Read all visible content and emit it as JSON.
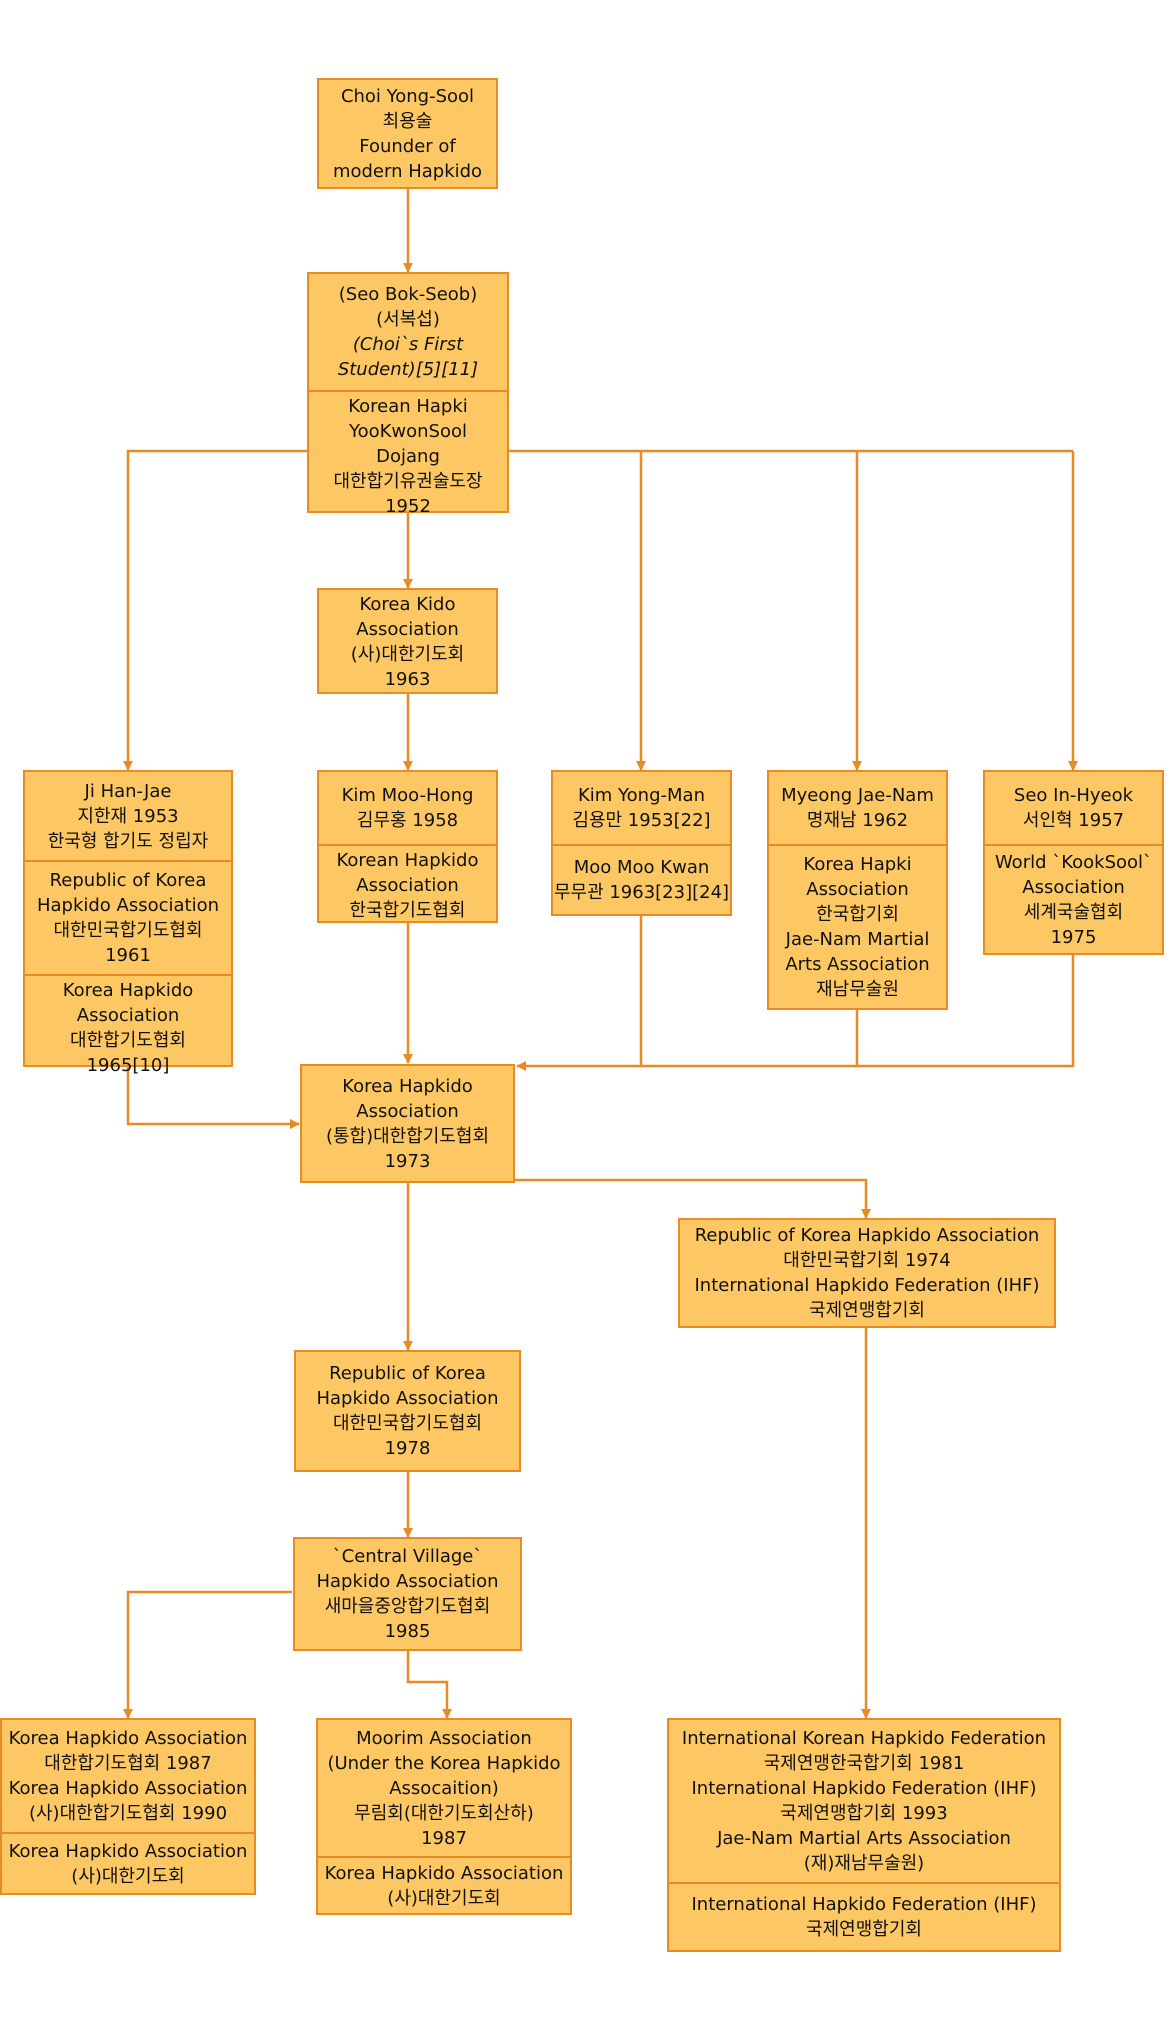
{
  "colors": {
    "box_fill": "#fdc764",
    "box_border": "#e88b24",
    "arrow": "#e88b24"
  },
  "nodes": {
    "choi": {
      "s1": [
        "Choi Yong-Sool",
        "최용술",
        "Founder of",
        "modern Hapkido"
      ]
    },
    "seo_bok_seob": {
      "s1": [
        "(Seo Bok-Seob)",
        "(서복섭)",
        "(Choi`s First",
        "Student)[5][11]"
      ],
      "s2": [
        "Korean Hapki",
        "YooKwonSool",
        "Dojang",
        "대한합기유권술도장",
        "1952"
      ]
    },
    "korea_kido": {
      "s1": [
        "Korea Kido",
        "Association",
        "(사)대한기도회",
        "1963"
      ]
    },
    "ji_han_jae": {
      "s1": [
        "Ji Han-Jae",
        "지한재 1953",
        "한국형 합기도 정립자"
      ],
      "s2": [
        "Republic of Korea",
        "Hapkido Association",
        "대한민국합기도협회",
        "1961"
      ],
      "s3": [
        "Korea Hapkido",
        "Association",
        "대한합기도협회",
        "1965[10]"
      ]
    },
    "kim_moo_hong": {
      "s1": [
        "Kim Moo-Hong",
        "김무홍 1958"
      ],
      "s2": [
        "Korean Hapkido",
        "Association",
        "한국합기도협회"
      ]
    },
    "kim_yong_man": {
      "s1": [
        "Kim Yong-Man",
        "김용만 1953[22]"
      ],
      "s2": [
        "Moo Moo Kwan",
        "무무관 1963[23][24]"
      ]
    },
    "myeong_jae_nam": {
      "s1": [
        "Myeong Jae-Nam",
        "명재남 1962"
      ],
      "s2": [
        "Korea Hapki",
        "Association",
        "한국합기회",
        "Jae-Nam Martial",
        "Arts Association",
        "재남무술원"
      ]
    },
    "seo_in_hyeok": {
      "s1": [
        "Seo In-Hyeok",
        "서인혁 1957"
      ],
      "s2": [
        "World `KookSool`",
        "Association",
        "세계국술협회",
        "1975"
      ]
    },
    "kha_1973": {
      "s1": [
        "Korea Hapkido",
        "Association",
        "(통합)대한합기도협회",
        "1973"
      ]
    },
    "rok_1974": {
      "s1": [
        "Republic of Korea Hapkido Association",
        "대한민국합기회 1974",
        "International Hapkido Federation (IHF)",
        "국제연맹합기회"
      ]
    },
    "rok_1978": {
      "s1": [
        "Republic of Korea",
        "Hapkido Association",
        "대한민국합기도협회",
        "1978"
      ]
    },
    "central_village": {
      "s1": [
        "`Central Village`",
        "Hapkido Association",
        "새마을중앙합기도협회",
        "1985"
      ]
    },
    "kha_1987": {
      "s1": [
        "Korea Hapkido Association",
        "대한합기도협회 1987",
        "Korea Hapkido Association",
        "(사)대한합기도협회 1990"
      ],
      "s2": [
        "Korea Hapkido Association",
        "(사)대한기도회"
      ]
    },
    "moorim": {
      "s1": [
        "Moorim Association",
        "(Under the Korea Hapkido",
        "Assocaition)",
        "무림회(대한기도회산하)",
        "1987"
      ],
      "s2": [
        "Korea Hapkido Association",
        "(사)대한기도회"
      ]
    },
    "ikhf": {
      "s1": [
        "International Korean Hapkido Federation",
        "국제연맹한국합기회 1981",
        "International Hapkido Federation (IHF)",
        "국제연맹합기회 1993",
        "Jae-Nam Martial Arts Association",
        "(재)재남무술원)"
      ],
      "s2": [
        "International Hapkido Federation (IHF)",
        "국제연맹합기회"
      ]
    }
  }
}
